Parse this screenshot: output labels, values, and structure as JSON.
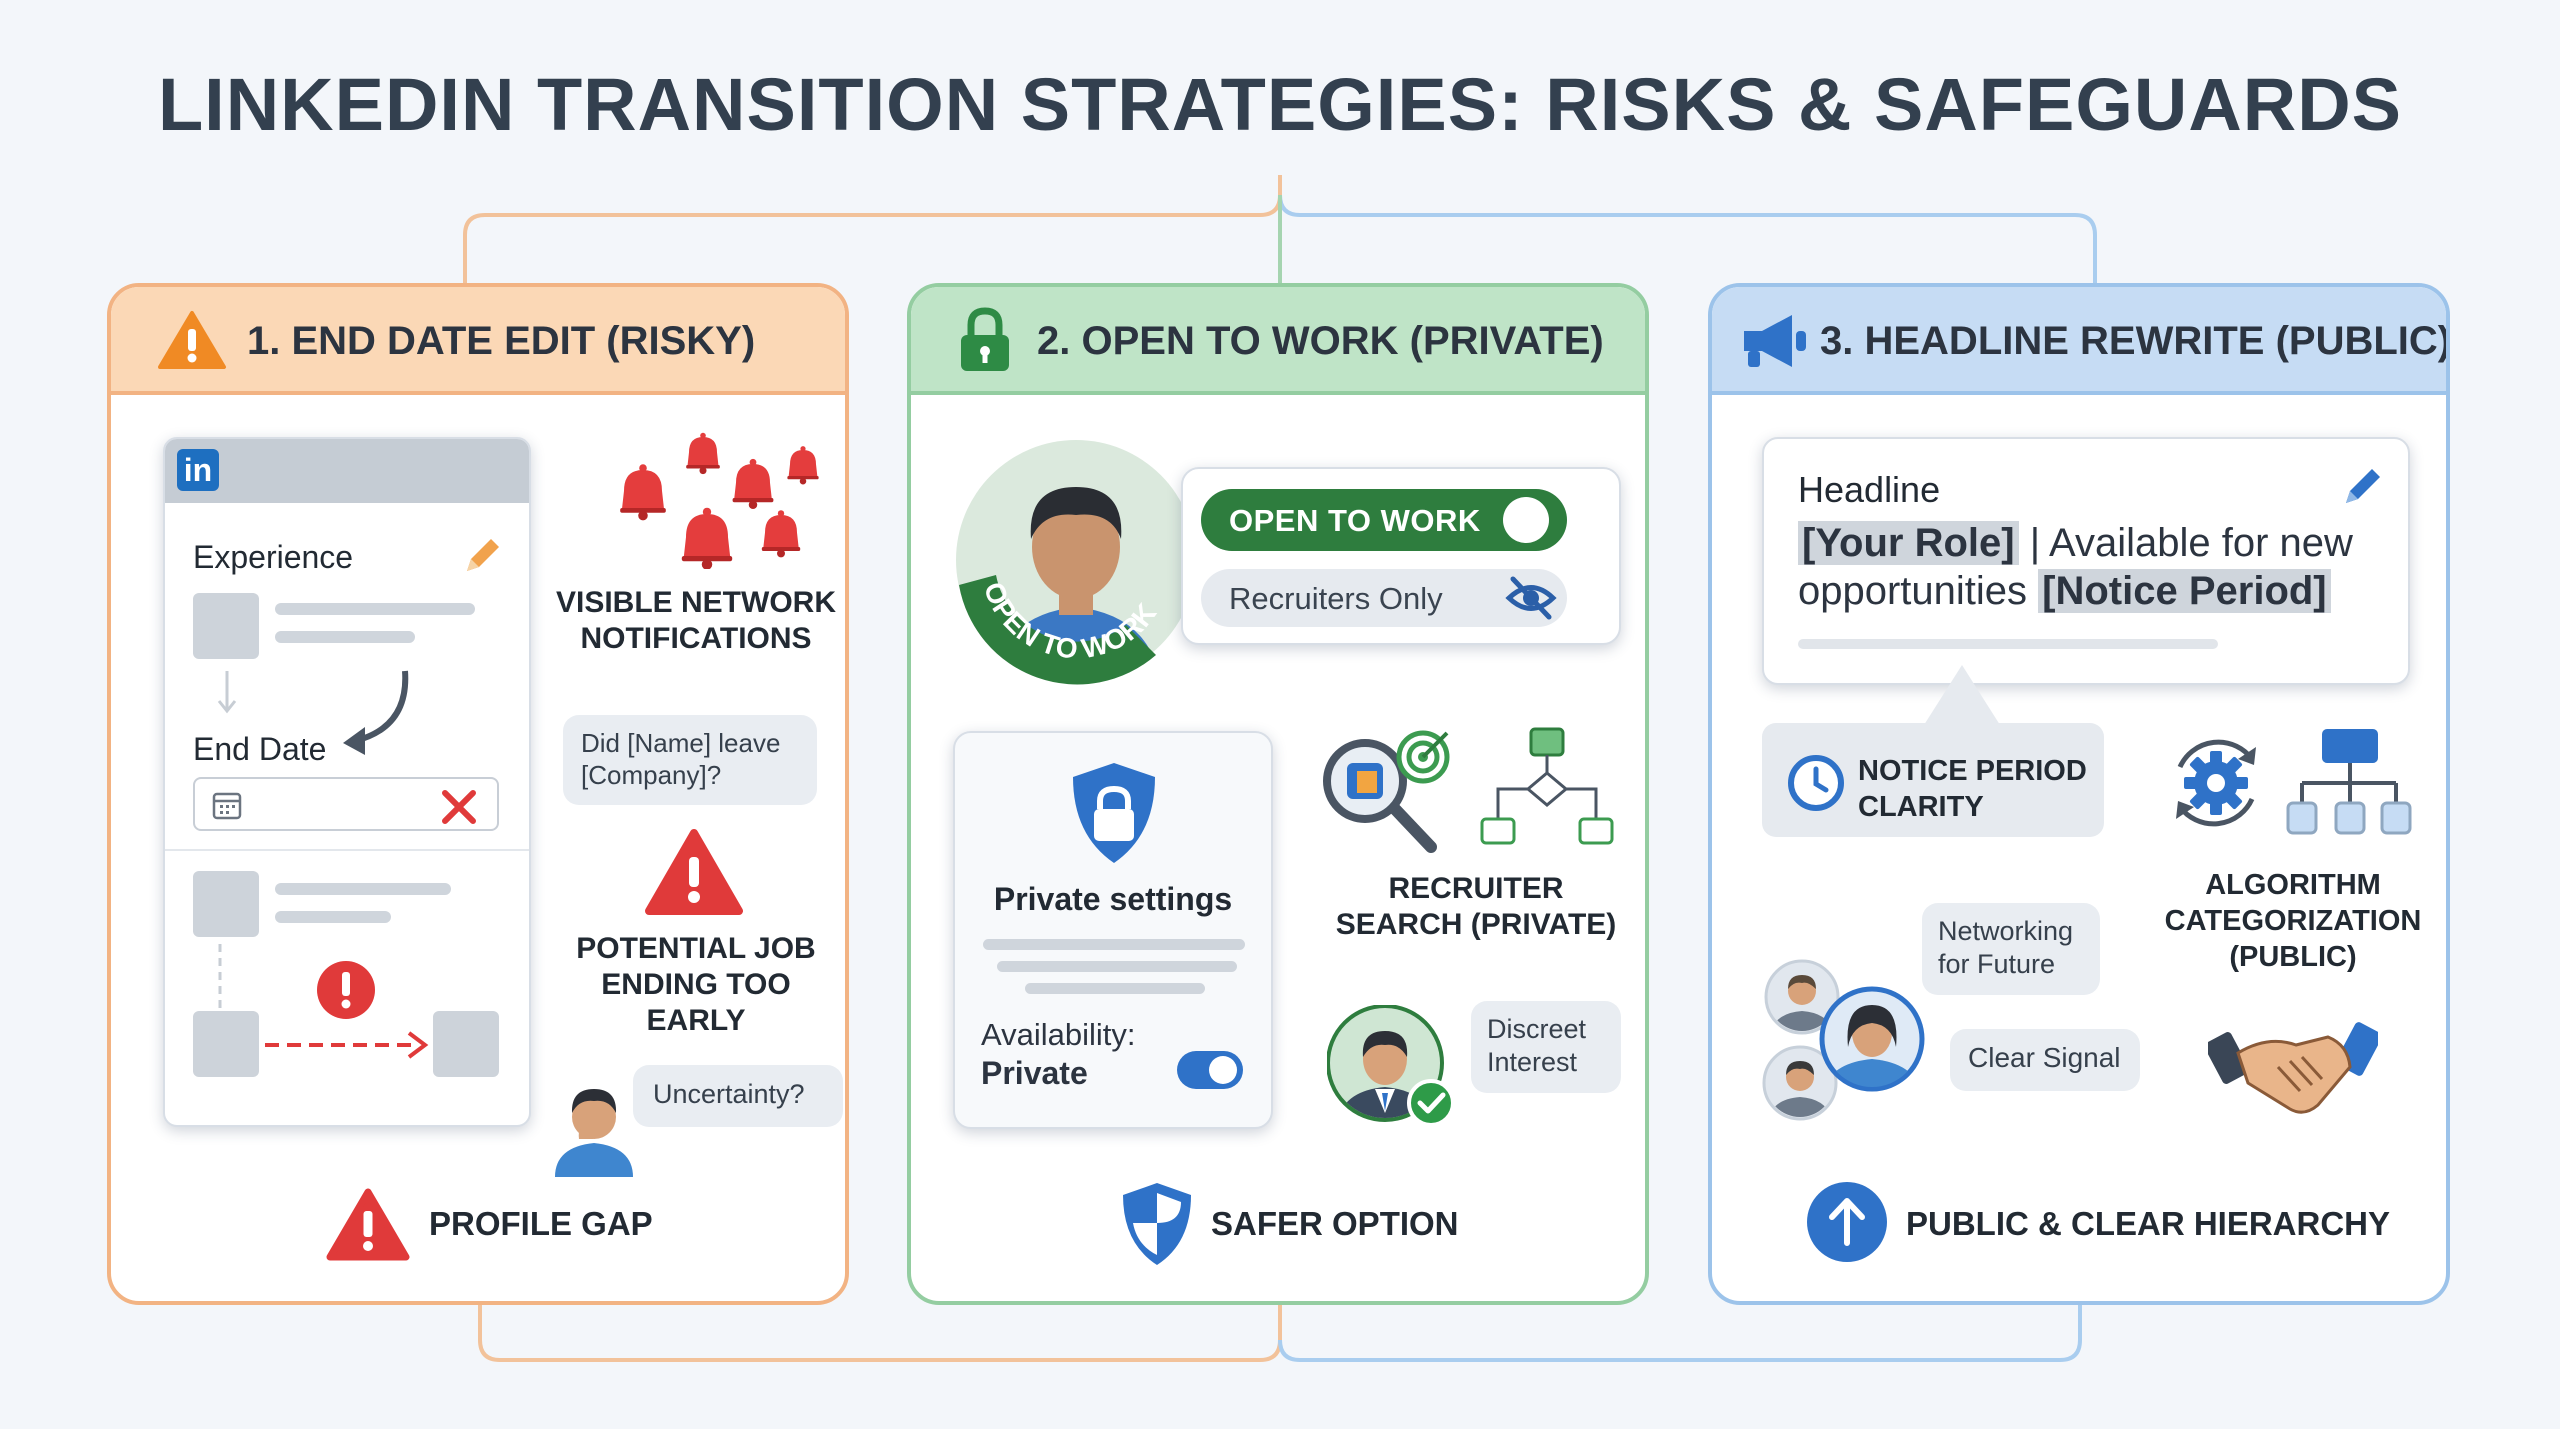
{
  "title": "LINKEDIN TRANSITION STRATEGIES: RISKS & SAFEGUARDS",
  "colors": {
    "risky": "#f2b383",
    "private": "#94cda1",
    "public": "#9cc3ea",
    "accent_red": "#e03a3a",
    "accent_green": "#2e7d3e",
    "accent_blue": "#2f72c8"
  },
  "panel1": {
    "title": "1. END DATE EDIT (RISKY)",
    "linkedin_logo": "in",
    "experience_label": "Experience",
    "end_date_label": "End Date",
    "notifications_label": "VISIBLE NETWORK NOTIFICATIONS",
    "bubble_leave": "Did [Name] leave [Company]?",
    "potential_label": "POTENTIAL JOB ENDING TOO EARLY",
    "bubble_uncertainty": "Uncertainty?",
    "footer": "PROFILE GAP"
  },
  "panel2": {
    "title": "2. OPEN TO WORK (PRIVATE)",
    "badge_text": "OPEN TO WORK",
    "toggle_label": "OPEN TO WORK",
    "recruiters_label": "Recruiters Only",
    "private_settings": "Private settings",
    "availability_label": "Availability:",
    "availability_value": "Private",
    "recruiter_search": "RECRUITER SEARCH (PRIVATE)",
    "bubble_discreet": "Discreet Interest",
    "footer": "SAFER OPTION"
  },
  "panel3": {
    "title": "3. HEADLINE REWRITE (PUBLIC)",
    "headline_label": "Headline",
    "headline_role": "[Your Role]",
    "headline_mid": " | Available for new opportunities ",
    "headline_notice": "[Notice Period]",
    "notice_label": "NOTICE PERIOD CLARITY",
    "algorithm_label": "ALGORITHM CATEGORIZATION (PUBLIC)",
    "bubble_networking": "Networking for Future",
    "bubble_signal": "Clear Signal",
    "footer": "PUBLIC & CLEAR HIERARCHY"
  },
  "icons": [
    "warning-icon",
    "lock-icon",
    "megaphone-icon",
    "pencil-icon",
    "bell-icon",
    "calendar-icon",
    "close-icon",
    "eye-slash-icon",
    "shield-icon",
    "magnifier-icon",
    "target-icon",
    "flowchart-icon",
    "clock-icon",
    "gear-icon",
    "hierarchy-icon",
    "handshake-icon",
    "arrow-up-icon",
    "check-icon"
  ]
}
